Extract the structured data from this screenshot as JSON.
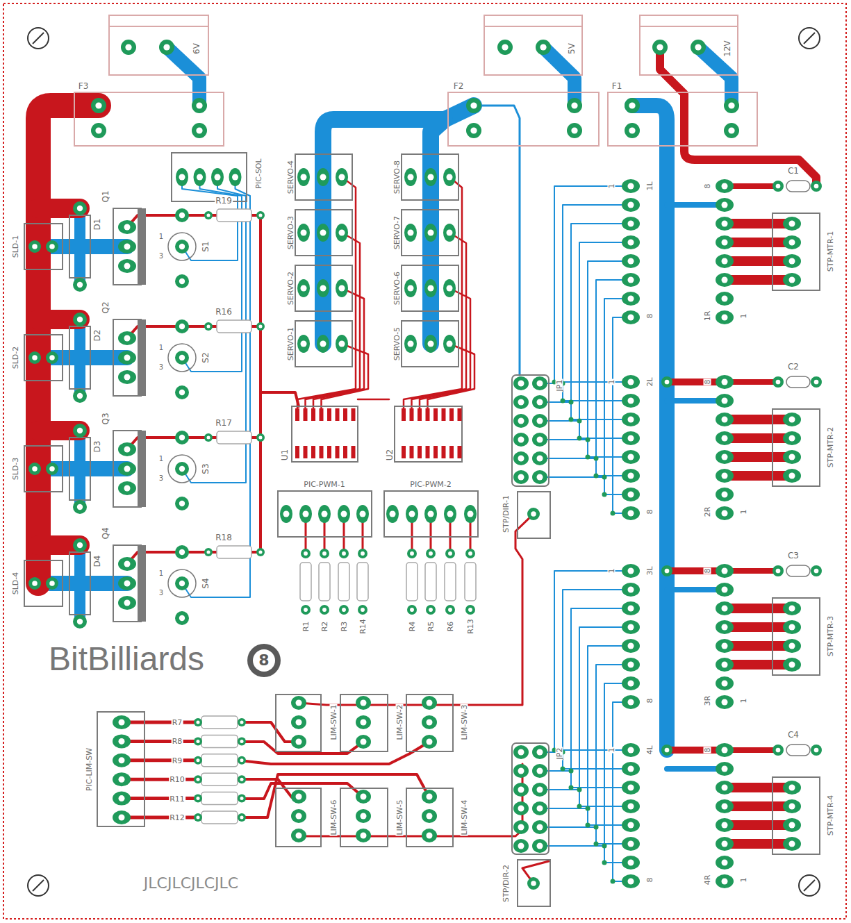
{
  "diagram": {
    "title": "BitBilliards",
    "labels": [
      "6V",
      "5V",
      "12V",
      "F3",
      "F2",
      "F1",
      "PIC-SOL",
      "SLD-1",
      "D1",
      "Q1",
      "S1",
      "1",
      "3",
      "R19",
      "SLD-2",
      "D2",
      "Q2",
      "S2",
      "1",
      "3",
      "R16",
      "SLD-3",
      "D3",
      "Q3",
      "S3",
      "1",
      "3",
      "R17",
      "SLD-4",
      "D4",
      "Q4",
      "S4",
      "1",
      "3",
      "R18",
      "SERVO-4",
      "SERVO-3",
      "SERVO-2",
      "SERVO-1",
      "SERVO-8",
      "SERVO-7",
      "SERVO-6",
      "SERVO-5",
      "U1",
      "U2",
      "PIC-PWM-1",
      "PIC-PWM-2",
      "R1",
      "R2",
      "R3",
      "R14",
      "R4",
      "R5",
      "R6",
      "R13",
      "JP1",
      "STP/DIR-1",
      "JP2",
      "STP/DIR-2",
      "1",
      "1L",
      "8",
      "8",
      "1R",
      "1",
      "C1",
      "STP-MTR-1",
      "1",
      "2L",
      "8",
      "8",
      "2R",
      "1",
      "C2",
      "STP-MTR-2",
      "1",
      "3L",
      "8",
      "8",
      "3R",
      "1",
      "C3",
      "STP-MTR-3",
      "1",
      "4L",
      "8",
      "8",
      "4R",
      "1",
      "C4",
      "STP-MTR-4",
      "8",
      "PIC-LIM-SW",
      "R7",
      "R8",
      "R9",
      "R10",
      "R11",
      "R12",
      "LIM-SW-1",
      "LIM-SW-2",
      "LIM-SW-3",
      "LIM-SW-6",
      "LIM-SW-5",
      "LIM-SW-4",
      "JLCJLCJLCJLC"
    ]
  }
}
